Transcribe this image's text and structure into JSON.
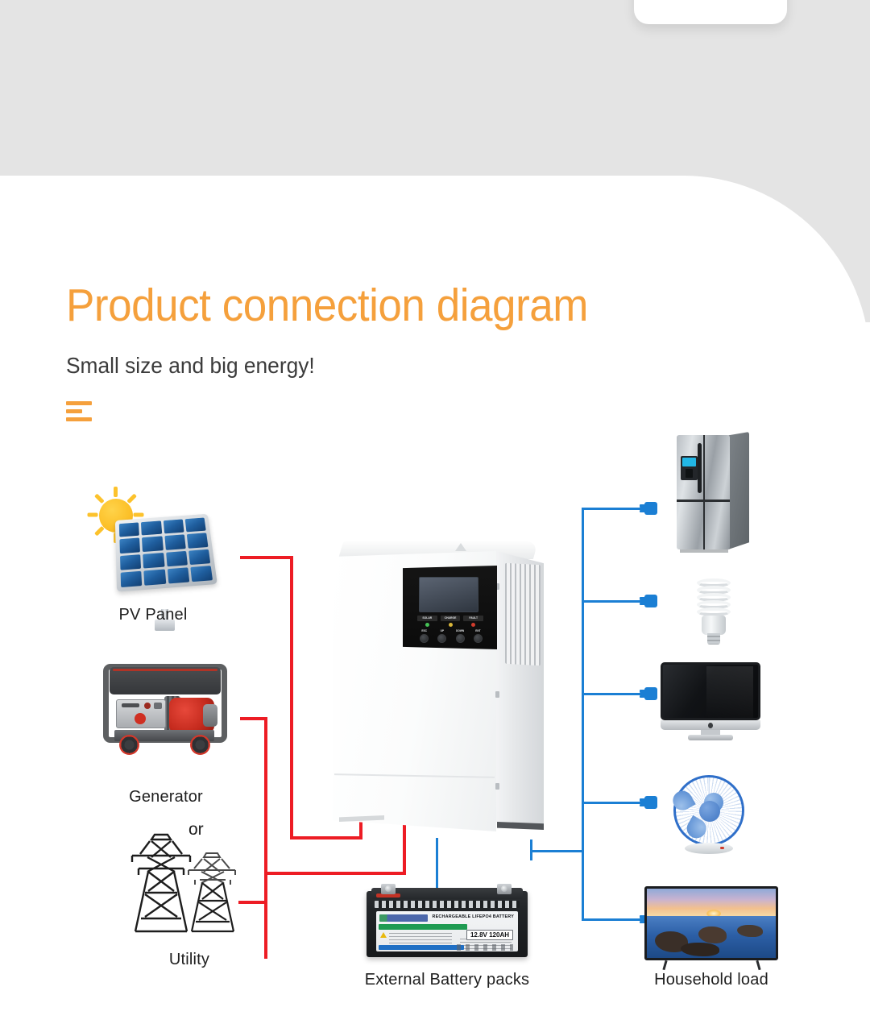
{
  "page": {
    "title": "Product connection diagram",
    "subtitle": "Small size and big energy!"
  },
  "diagram": {
    "type": "solar-hybrid-inverter-connection",
    "nodes": [
      {
        "id": "pv",
        "label": "PV Panel",
        "icon": "solar-panel-icon"
      },
      {
        "id": "gen",
        "label": "Generator",
        "icon": "generator-icon"
      },
      {
        "id": "or",
        "label": "or",
        "icon": "text-connector"
      },
      {
        "id": "util",
        "label": "Utility",
        "icon": "transmission-tower-icon"
      },
      {
        "id": "inv",
        "label": "",
        "icon": "hybrid-inverter-icon"
      },
      {
        "id": "battery",
        "label": "External Battery packs",
        "icon": "lifepo4-battery-icon"
      },
      {
        "id": "loads",
        "label": "Household load",
        "icon": "appliance-group-icon"
      }
    ],
    "loads": [
      {
        "id": "fridge",
        "name": "refrigerator-icon"
      },
      {
        "id": "bulb",
        "name": "cfl-bulb-icon"
      },
      {
        "id": "monitor",
        "name": "desktop-monitor-icon"
      },
      {
        "id": "fan",
        "name": "table-fan-icon"
      },
      {
        "id": "tv",
        "name": "television-icon"
      }
    ],
    "wire_colors": {
      "dc_input": "#ed1c24",
      "ac_output": "#1b7fd4"
    }
  },
  "inverter": {
    "leds": [
      {
        "label": "SOLAR",
        "color": "#46c256"
      },
      {
        "label": "CHARGE",
        "color": "#d9b63a"
      },
      {
        "label": "FAULT",
        "color": "#cf3c2d"
      }
    ],
    "buttons": [
      "ESC",
      "UP",
      "DOWN",
      "ENT"
    ]
  },
  "battery": {
    "brand_text": "RECHARGEABLE LIFEPO4 BATTERY",
    "spec": "12.8V  120AH"
  },
  "theme": {
    "accent": "#f5a03c",
    "text": "#202020",
    "backdrop": "#e4e4e4",
    "surface": "#ffffff"
  }
}
